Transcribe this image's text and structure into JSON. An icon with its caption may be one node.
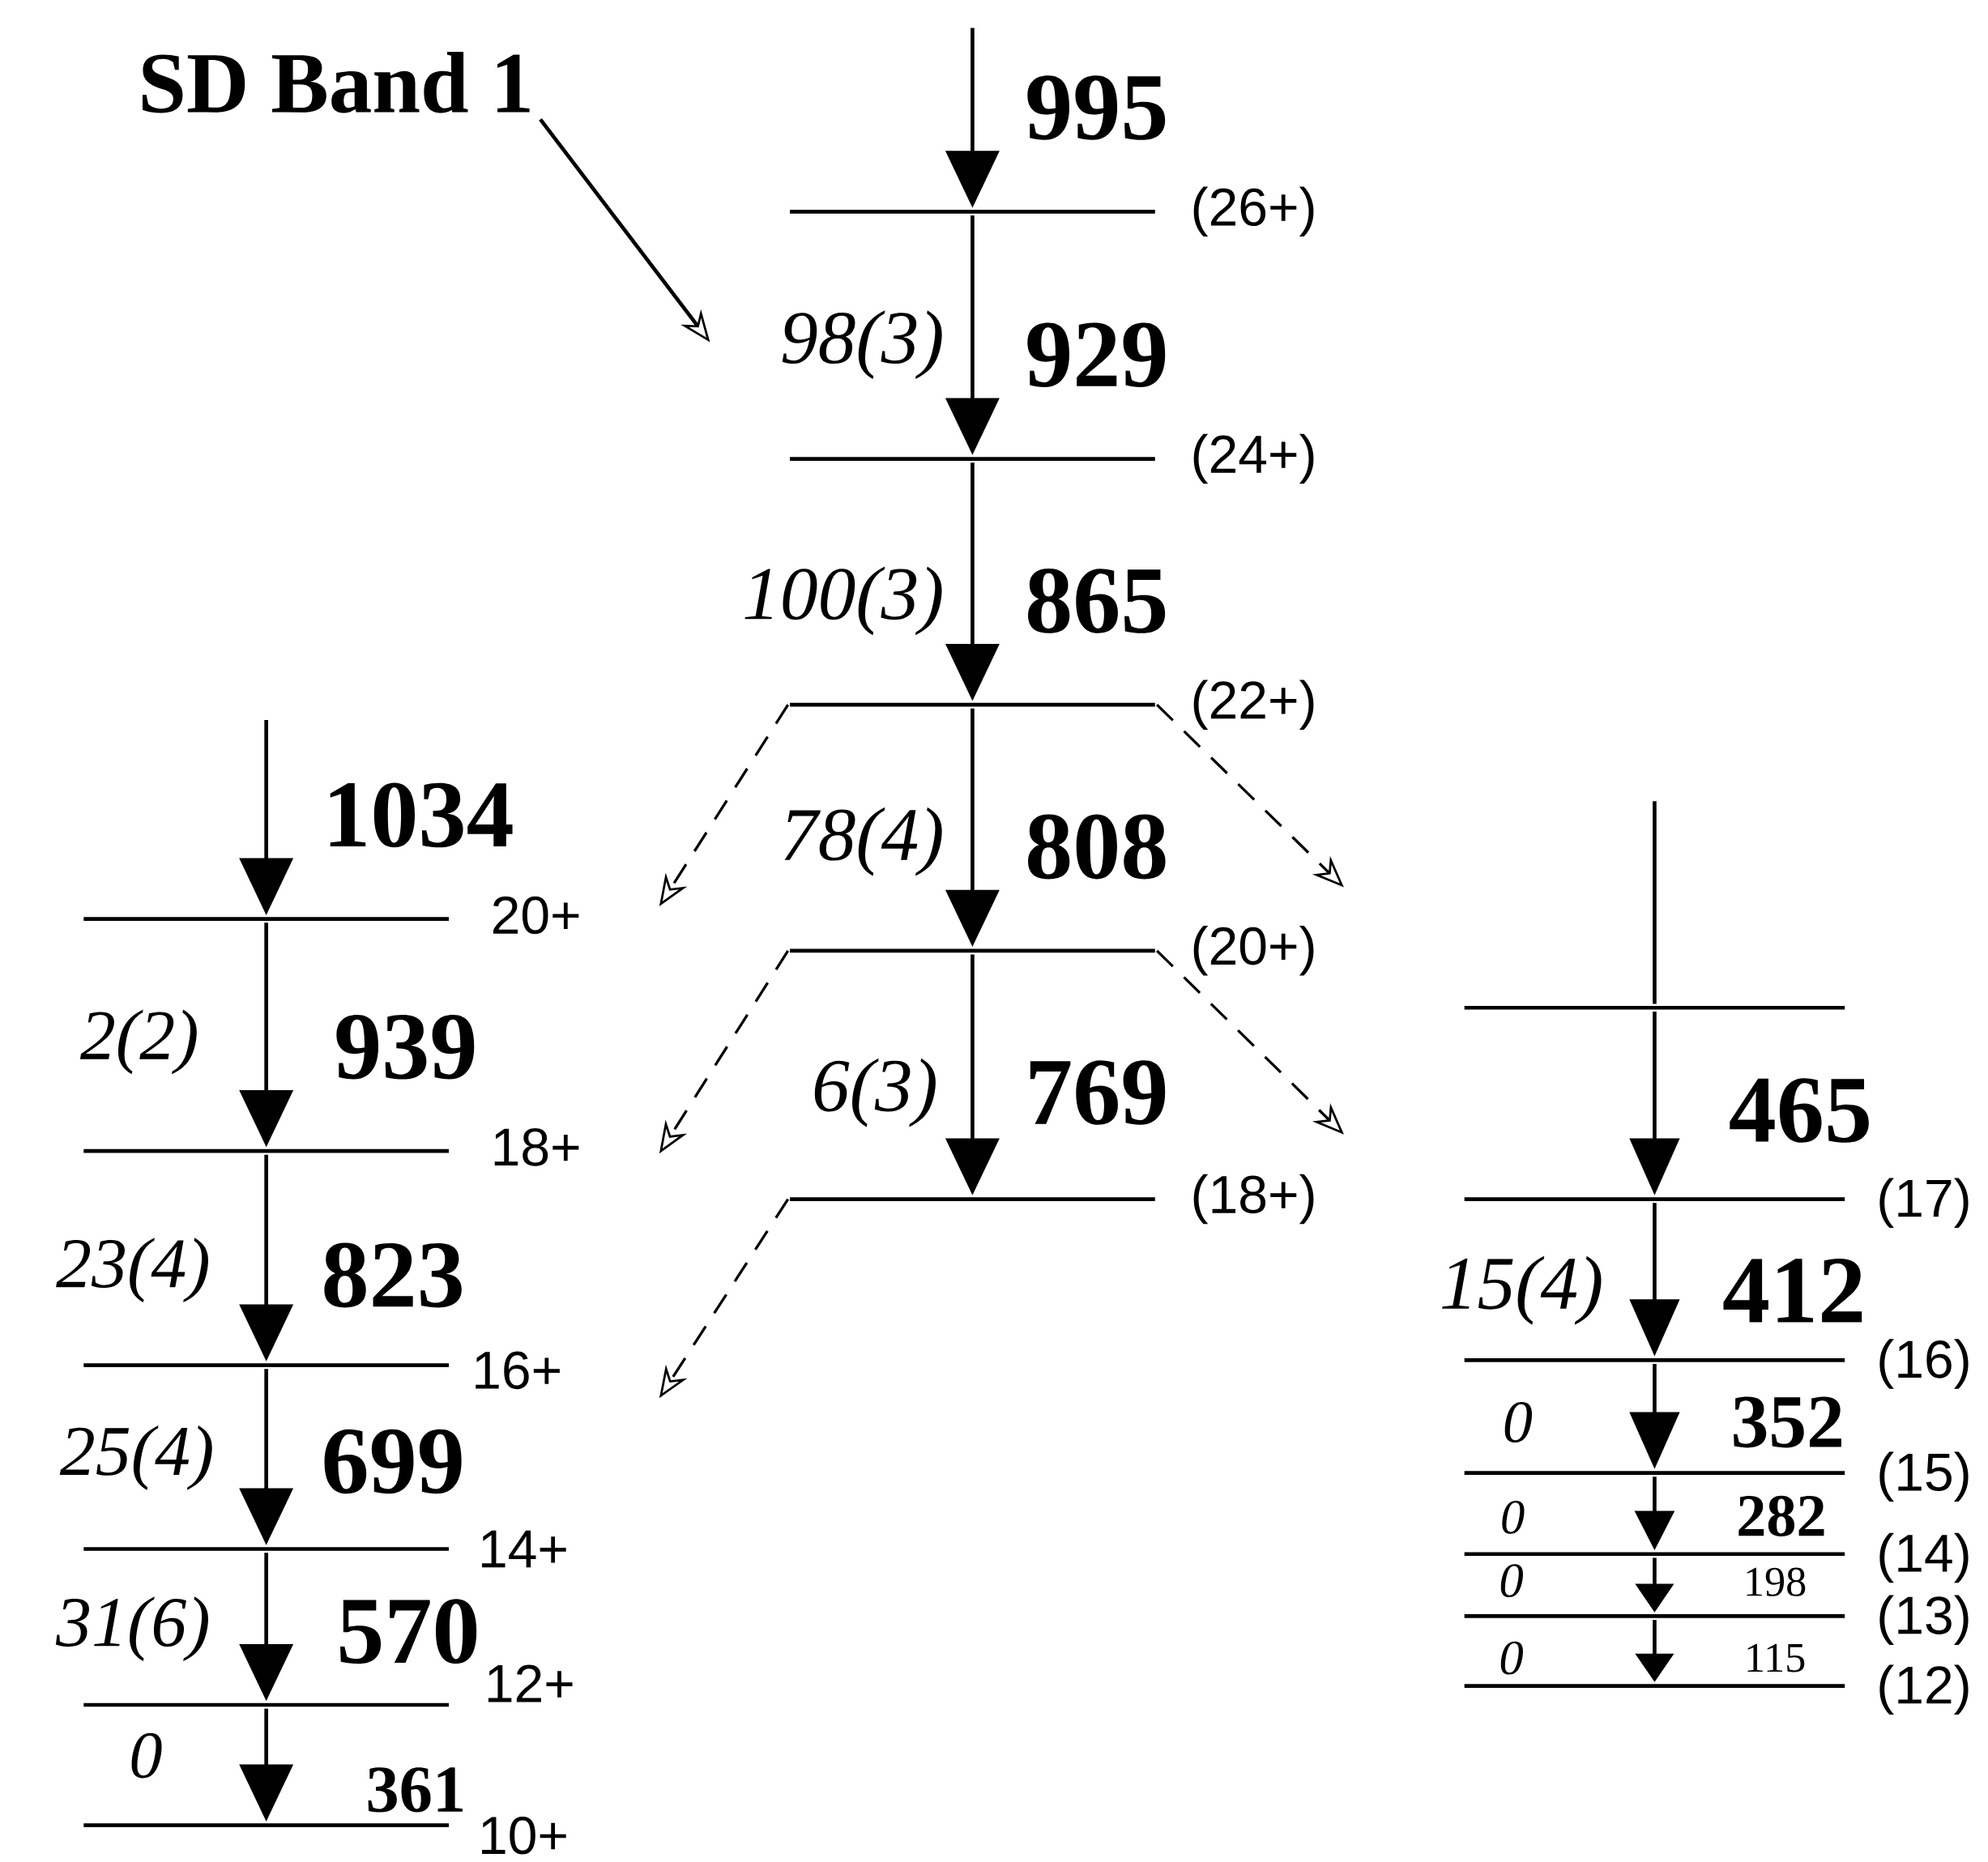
{
  "diagram": {
    "nodes": [
      {
        "text": [
          "SD  Band 1"
        ]
      },
      {
        "text": [
          "(26+)"
        ]
      },
      {
        "text": [
          "(24+)"
        ]
      },
      {
        "text": [
          "(22+)"
        ]
      },
      {
        "text": [
          "(20+)"
        ]
      },
      {
        "text": [
          "(18+)"
        ]
      },
      {
        "text": [
          "20+"
        ]
      },
      {
        "text": [
          "18+"
        ]
      },
      {
        "text": [
          "16+"
        ]
      },
      {
        "text": [
          "14+"
        ]
      },
      {
        "text": [
          "12+"
        ]
      },
      {
        "text": [
          "10+"
        ]
      },
      {
        "text": [],
        "shape": "line"
      },
      {
        "text": [
          "(17)"
        ]
      },
      {
        "text": [
          "(16)"
        ]
      },
      {
        "text": [
          "(15)"
        ]
      },
      {
        "text": [
          "(14)"
        ]
      },
      {
        "text": [
          "(13)"
        ]
      },
      {
        "text": [
          "(12)"
        ]
      }
    ],
    "edges": [
      {
        "from": 0,
        "to": null,
        "arrow": "to"
      },
      {
        "from": null,
        "to": 1,
        "arrow": "to",
        "label": "995"
      },
      {
        "from": 1,
        "to": 2,
        "arrow": "to",
        "label": "929"
      },
      {
        "from": 2,
        "to": 3,
        "arrow": "to",
        "label": "865"
      },
      {
        "from": 3,
        "to": 4,
        "arrow": "to",
        "label": "808"
      },
      {
        "from": 4,
        "to": 5,
        "arrow": "to",
        "label": "769"
      },
      {
        "from": 3,
        "to": null,
        "arrow": "to",
        "style": "dashed"
      },
      {
        "from": 3,
        "to": null,
        "arrow": "to",
        "style": "dashed"
      },
      {
        "from": 4,
        "to": null,
        "arrow": "to",
        "style": "dashed"
      },
      {
        "from": 4,
        "to": null,
        "arrow": "to",
        "style": "dashed"
      },
      {
        "from": 5,
        "to": null,
        "arrow": "to",
        "style": "dashed"
      },
      {
        "from": null,
        "to": 6,
        "arrow": "to",
        "label": "1034"
      },
      {
        "from": 6,
        "to": 7,
        "arrow": "to",
        "label": "939"
      },
      {
        "from": 7,
        "to": 8,
        "arrow": "to",
        "label": "823"
      },
      {
        "from": 8,
        "to": 9,
        "arrow": "to",
        "label": "699"
      },
      {
        "from": 9,
        "to": 10,
        "arrow": "to",
        "label": "570"
      },
      {
        "from": 10,
        "to": 11,
        "arrow": "to",
        "label": "361"
      },
      {
        "from": null,
        "to": 12,
        "arrow": "none"
      },
      {
        "from": 12,
        "to": 13,
        "arrow": "to",
        "label": "465"
      },
      {
        "from": 13,
        "to": 14,
        "arrow": "to",
        "label": "412"
      },
      {
        "from": 14,
        "to": 15,
        "arrow": "to",
        "label": "352"
      },
      {
        "from": 15,
        "to": 16,
        "arrow": "to",
        "label": "282"
      },
      {
        "from": 16,
        "to": 17,
        "arrow": "to",
        "label": "198"
      },
      {
        "from": 17,
        "to": 18,
        "arrow": "to",
        "label": "115"
      }
    ],
    "labels": [
      "98(3)",
      "100(3)",
      "78(4)",
      "6(3)",
      "2(2)",
      "23(4)",
      "25(4)",
      "31(6)",
      "0",
      "15(4)",
      "0",
      "0",
      "0",
      "0"
    ]
  }
}
